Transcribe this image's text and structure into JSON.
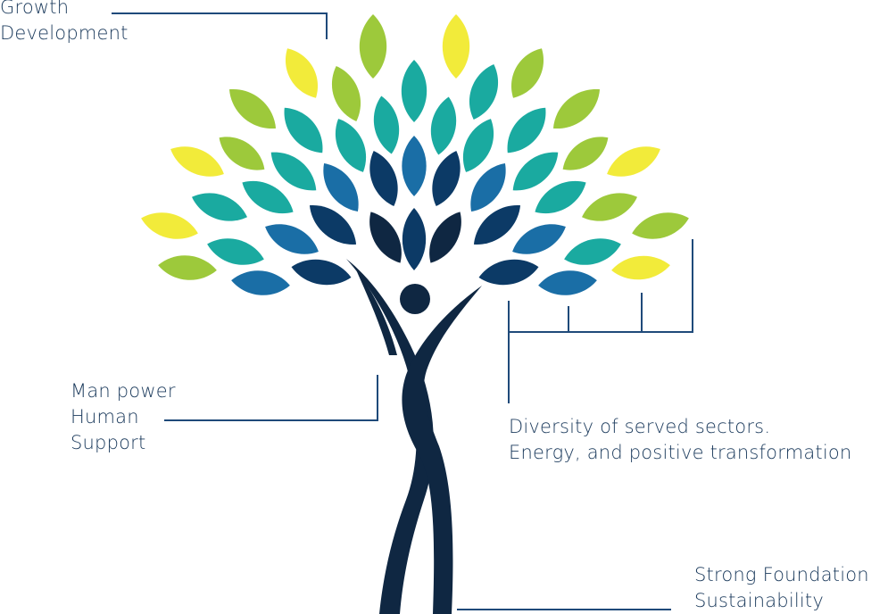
{
  "labels": {
    "growth": [
      "Growth",
      "Development"
    ],
    "man_power": [
      "Man power",
      "Human",
      "Support"
    ],
    "diversity": [
      "Diversity of served sectors.",
      "Energy, and positive transformation"
    ],
    "strong": [
      "Strong Foundation",
      "Sustainability"
    ]
  },
  "colors": {
    "yellow": "#f2eb3a",
    "lime": "#9dc93b",
    "teal": "#1aaaa0",
    "blue": "#1a6ea6",
    "navy": "#0c3a66",
    "dark_navy": "#0f2742",
    "line": "#1f4a7a"
  }
}
